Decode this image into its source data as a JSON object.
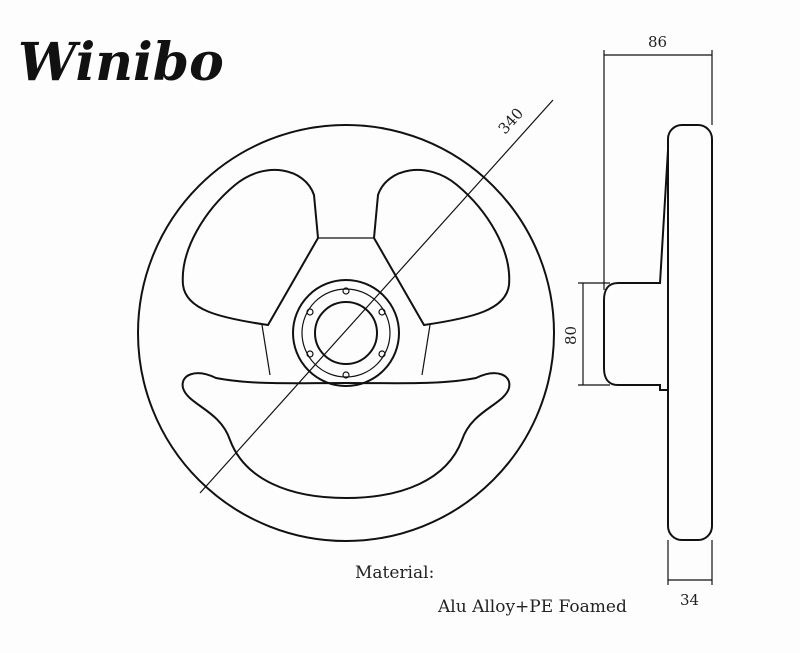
{
  "brand": {
    "logo_text": "Winibo"
  },
  "dimensions": {
    "diameter": "340",
    "depth": "86",
    "hub_height": "80",
    "grip_thickness": "34"
  },
  "material": {
    "label": "Material:",
    "value": "Alu Alloy+PE Foamed"
  }
}
